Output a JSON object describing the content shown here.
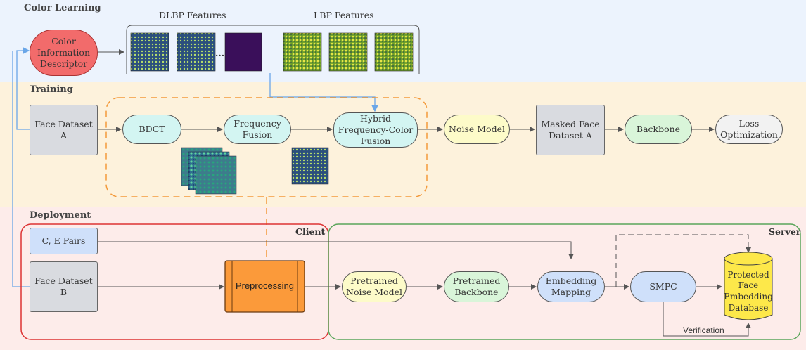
{
  "sections": {
    "color_learning": "Color Learning",
    "training": "Training",
    "deployment": "Deployment"
  },
  "features": {
    "dlbp_label": "DLBP Features",
    "lbp_label": "LBP Features",
    "ellipsis": "..."
  },
  "nodes": {
    "color_descriptor": "Color\nInformation\nDescriptor",
    "face_dataset_a": "Face Dataset A",
    "bdct": "BDCT",
    "frequency_fusion": "Frequency\nFusion",
    "hybrid_fusion": "Hybrid\nFrequency-Color\nFusion",
    "noise_model": "Noise Model",
    "masked_face_dataset": "Masked Face\nDataset A",
    "backbone": "Backbone",
    "loss_optimization": "Loss\nOptimization",
    "ce_pairs": "C, E Pairs",
    "face_dataset_b": "Face Dataset B",
    "preprocessing": "Preprocessing",
    "pretrained_noise_model": "Pretrained\nNoise Model",
    "pretrained_backbone": "Pretrained\nBackbone",
    "embedding_mapping": "Embedding\nMapping",
    "smpc": "SMPC",
    "protected_db": "Protected\nFace\nEmbedding\nDatabase"
  },
  "groups": {
    "client": "Client",
    "server": "Server"
  },
  "edges": {
    "verification": "Verification"
  },
  "colors": {
    "color_bg": "#ecf3fd",
    "training_bg": "#fdf2dc",
    "deployment_bg": "#fdecea",
    "descriptor_fill": "#f26b6b",
    "cyan_fill": "#d3f5f2",
    "yellow_fill": "#fdfbc9",
    "green_fill": "#d9f5d9",
    "gray_fill": "#d9dbe0",
    "blue_fill": "#cfe0fa",
    "orange_fill": "#fb9a3a",
    "db_fill": "#fde84a",
    "client_border": "#d33",
    "server_border": "#5aa55a",
    "dashed_orange": "#f39a3b",
    "blue_arrow": "#6aa6e8"
  }
}
